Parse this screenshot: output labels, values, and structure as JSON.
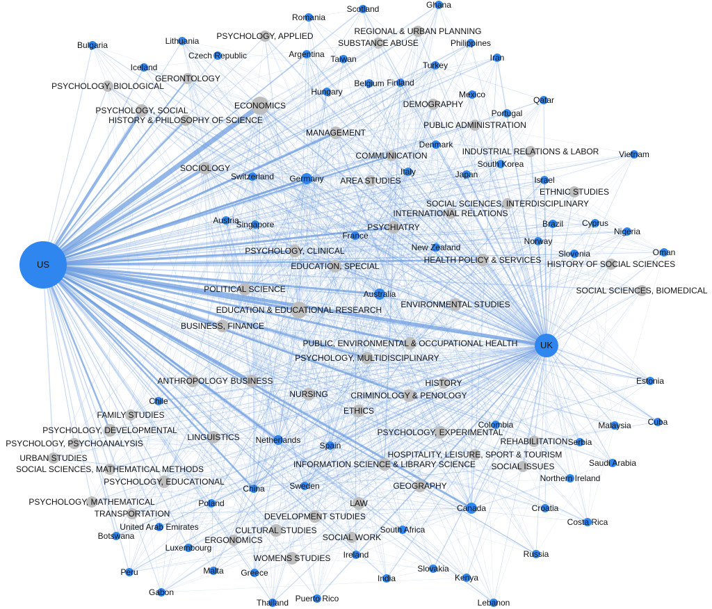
{
  "colors": {
    "country": "#2f86ef",
    "field": "#bdbdbd",
    "edge": "#6f9fe0",
    "label": "#111111"
  },
  "countries": [
    "US",
    "UK",
    "Canada",
    "Australia",
    "Germany",
    "Netherlands",
    "China",
    "France",
    "Spain",
    "Italy",
    "Sweden",
    "Switzerland",
    "Austria",
    "Singapore",
    "Belgium",
    "Finland",
    "Denmark",
    "Norway",
    "Israel",
    "Japan",
    "South Korea",
    "Brazil",
    "Cyprus",
    "Nigeria",
    "Oman",
    "Vietnam",
    "Qatar",
    "Portugal",
    "Mexico",
    "Iran",
    "Philippines",
    "Turkey",
    "Ghana",
    "Scotland",
    "Romania",
    "Lithuania",
    "Czech Republic",
    "Argentina",
    "Taiwan",
    "Hungary",
    "Iceland",
    "Bulgaria",
    "New Zealand",
    "Slovenia",
    "Estonia",
    "Cuba",
    "Malaysia",
    "Serbia",
    "Saudi Arabia",
    "Northern Ireland",
    "Colombia",
    "Croatia",
    "Costa Rica",
    "Russia",
    "Kenya",
    "Lebanon",
    "Slovakia",
    "India",
    "Ireland",
    "South Africa",
    "Puerto Rico",
    "Thailand",
    "Greece",
    "Malta",
    "Gabon",
    "Peru",
    "Luxembourg",
    "Botswana",
    "United Arab Emirates",
    "Poland",
    "Chile"
  ],
  "fields": [
    "PSYCHOLOGY, APPLIED",
    "REGIONAL & URBAN PLANNING",
    "SUBSTANCE ABUSE",
    "PSYCHOLOGY, BIOLOGICAL",
    "GERONTOLOGY",
    "ECONOMICS",
    "PSYCHOLOGY, SOCIAL",
    "HISTORY & PHILOSOPHY OF SCIENCE",
    "DEMOGRAPHY",
    "PUBLIC ADMINISTRATION",
    "MANAGEMENT",
    "COMMUNICATION",
    "INDUSTRIAL RELATIONS & LABOR",
    "SOCIOLOGY",
    "AREA STUDIES",
    "ETHNIC STUDIES",
    "SOCIAL SCIENCES, INTERDISCIPLINARY",
    "INTERNATIONAL RELATIONS",
    "PSYCHIATRY",
    "PSYCHOLOGY, CLINICAL",
    "EDUCATION, SPECIAL",
    "HEALTH POLICY & SERVICES",
    "HISTORY OF SOCIAL SCIENCES",
    "SOCIAL SCIENCES, BIOMEDICAL",
    "POLITICAL SCIENCE",
    "EDUCATION & EDUCATIONAL RESEARCH",
    "ENVIRONMENTAL STUDIES",
    "BUSINESS, FINANCE",
    "PUBLIC, ENVIRONMENTAL & OCCUPATIONAL HEALTH",
    "PSYCHOLOGY, MULTIDISCIPLINARY",
    "ANTHROPOLOGY",
    "BUSINESS",
    "HISTORY",
    "NURSING",
    "CRIMINOLOGY & PENOLOGY",
    "FAMILY STUDIES",
    "ETHICS",
    "PSYCHOLOGY, DEVELOPMENTAL",
    "PSYCHOLOGY, PSYCHOANALYSIS",
    "LINGUISTICS",
    "PSYCHOLOGY, EXPERIMENTAL",
    "REHABILITATION",
    "URBAN STUDIES",
    "SOCIAL SCIENCES, MATHEMATICAL METHODS",
    "HOSPITALITY, LEISURE, SPORT & TOURISM",
    "INFORMATION SCIENCE & LIBRARY SCIENCE",
    "SOCIAL ISSUES",
    "PSYCHOLOGY, EDUCATIONAL",
    "GEOGRAPHY",
    "PSYCHOLOGY, MATHEMATICAL",
    "TRANSPORTATION",
    "LAW",
    "DEVELOPMENT STUDIES",
    "CULTURAL STUDIES",
    "ERGONOMICS",
    "SOCIAL WORK",
    "WOMENS STUDIES"
  ]
}
